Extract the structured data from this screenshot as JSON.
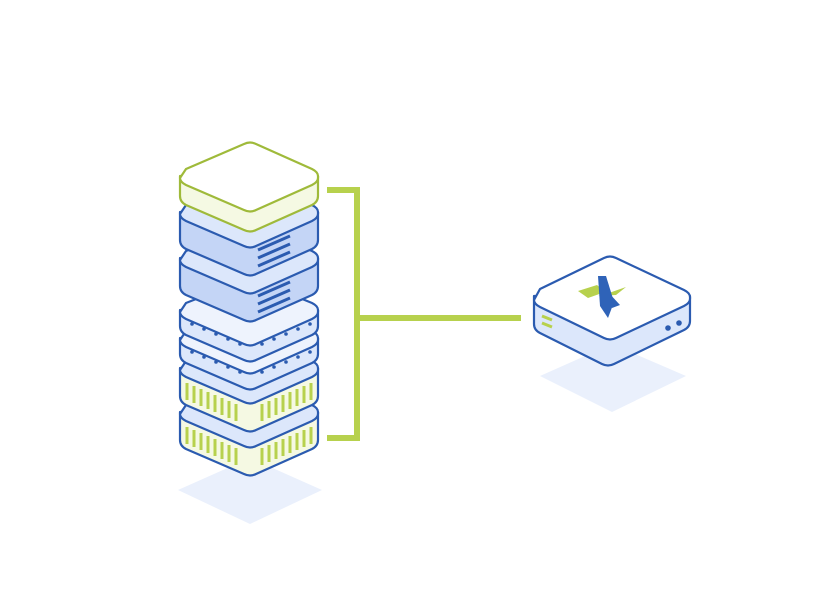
{
  "diagram": {
    "server_stack": {
      "icon": "server-rack-icon",
      "units": [
        {
          "kind": "top-cap",
          "color": "#b7d14d"
        },
        {
          "kind": "storage-unit",
          "color": "#8fb0ea"
        },
        {
          "kind": "storage-unit",
          "color": "#8fb0ea"
        },
        {
          "kind": "network-unit",
          "color": "#8fb0ea"
        },
        {
          "kind": "network-unit",
          "color": "#8fb0ea"
        },
        {
          "kind": "vented-unit",
          "color": "#b7d14d"
        },
        {
          "kind": "vented-unit",
          "color": "#b7d14d"
        }
      ]
    },
    "connector": {
      "color": "#b7d14d"
    },
    "appliance": {
      "icon": "x-logo-appliance-icon",
      "logo_colors": [
        "#b7d14d",
        "#2f63b8"
      ]
    },
    "colors": {
      "outline": "#2b5bb0",
      "blue_face": "#dce7fb",
      "blue_side": "#c4d5f6",
      "green_face": "#f5f9e3",
      "green_accent": "#b7d14d",
      "shadow": "#eaf0fc"
    }
  }
}
